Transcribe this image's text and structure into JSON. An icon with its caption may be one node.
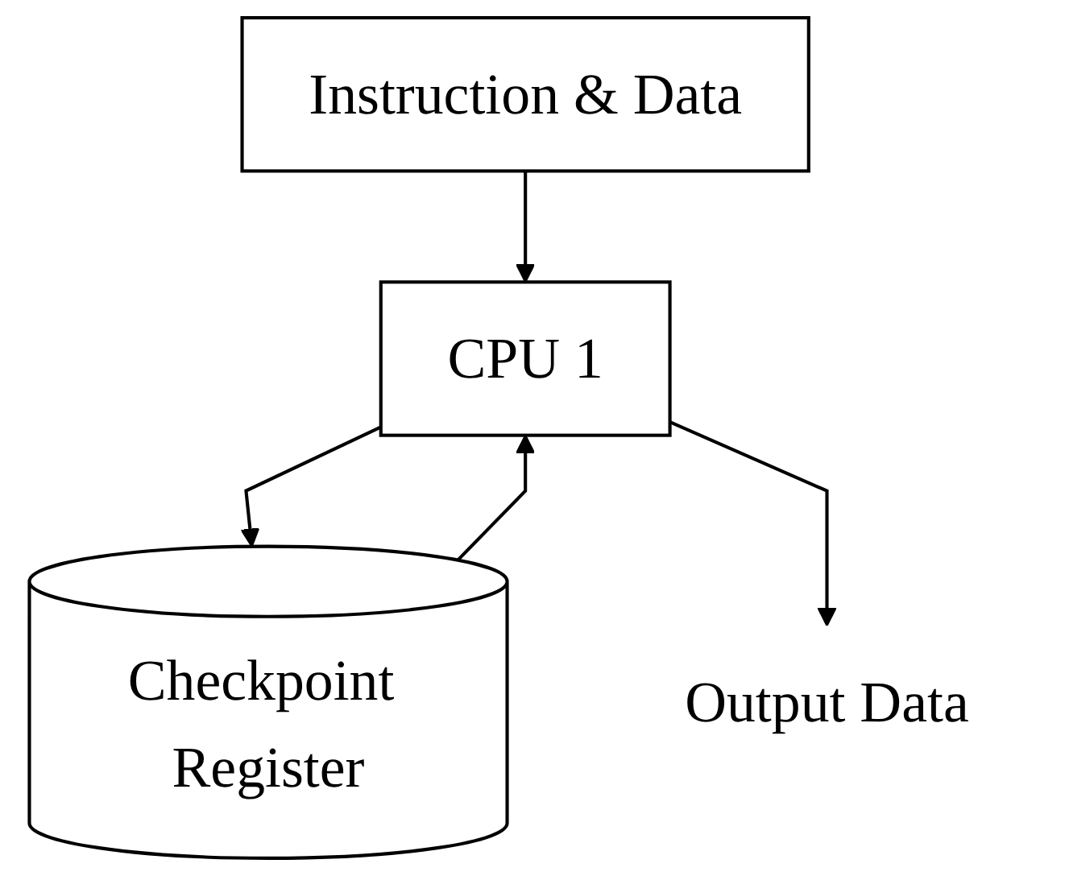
{
  "diagram": {
    "nodes": [
      {
        "text": [
          "Instruction & Data"
        ]
      },
      {
        "text": [
          "CPU 1"
        ]
      },
      {
        "text": [
          "Checkpoint Register"
        ]
      },
      {
        "text": [
          "Output Data"
        ]
      }
    ],
    "edges": [
      {
        "from": 0,
        "to": 1,
        "arrow": "to"
      },
      {
        "from": 1,
        "to": 2,
        "arrow": "to"
      },
      {
        "from": 2,
        "to": 1,
        "arrow": "to"
      },
      {
        "from": 1,
        "to": 3,
        "arrow": "to"
      }
    ]
  }
}
